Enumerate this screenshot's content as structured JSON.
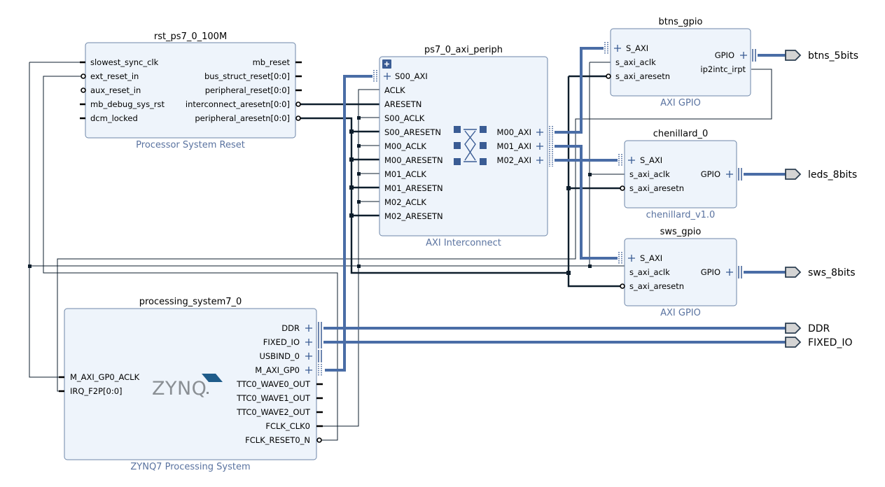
{
  "blocks": {
    "rst": {
      "name": "rst_ps7_0_100M",
      "type": "Processor System Reset",
      "left_pins": [
        "slowest_sync_clk",
        "ext_reset_in",
        "aux_reset_in",
        "mb_debug_sys_rst",
        "dcm_locked"
      ],
      "right_pins": [
        "mb_reset",
        "bus_struct_reset[0:0]",
        "peripheral_reset[0:0]",
        "interconnect_aresetn[0:0]",
        "peripheral_aresetn[0:0]"
      ]
    },
    "interconnect": {
      "name": "ps7_0_axi_periph",
      "type": "AXI Interconnect",
      "left_pins": [
        "S00_AXI",
        "ACLK",
        "ARESETN",
        "S00_ACLK",
        "S00_ARESETN",
        "M00_ACLK",
        "M00_ARESETN",
        "M01_ACLK",
        "M01_ARESETN",
        "M02_ACLK",
        "M02_ARESETN"
      ],
      "right_pins": [
        "M00_AXI",
        "M01_AXI",
        "M02_AXI"
      ]
    },
    "btns": {
      "name": "btns_gpio",
      "type": "AXI GPIO",
      "left_pins": [
        "S_AXI",
        "s_axi_aclk",
        "s_axi_aresetn"
      ],
      "right_pins": [
        "GPIO",
        "ip2intc_irpt"
      ]
    },
    "chen": {
      "name": "chenillard_0",
      "type": "chenillard_v1.0",
      "left_pins": [
        "S_AXI",
        "s_axi_aclk",
        "s_axi_aresetn"
      ],
      "right_pins": [
        "GPIO"
      ]
    },
    "sws": {
      "name": "sws_gpio",
      "type": "AXI GPIO",
      "left_pins": [
        "S_AXI",
        "s_axi_aclk",
        "s_axi_aresetn"
      ],
      "right_pins": [
        "GPIO"
      ]
    },
    "ps": {
      "name": "processing_system7_0",
      "type": "ZYNQ7 Processing System",
      "logo": "ZYNQ",
      "left_pins": [
        "M_AXI_GP0_ACLK",
        "IRQ_F2P[0:0]"
      ],
      "right_pins": [
        "DDR",
        "FIXED_IO",
        "USBIND_0",
        "M_AXI_GP0",
        "TTC0_WAVE0_OUT",
        "TTC0_WAVE1_OUT",
        "TTC0_WAVE2_OUT",
        "FCLK_CLK0",
        "FCLK_RESET0_N"
      ]
    }
  },
  "ports": {
    "btns": "btns_5bits",
    "leds": "leds_8bits",
    "sws": "sws_8bits",
    "ddr": "DDR",
    "fixed_io": "FIXED_IO"
  },
  "colors": {
    "block_fill": "#eef4fb",
    "block_border": "#6d86a8",
    "bus": "#4a6da6",
    "wire": "#0e1e2c",
    "subtitle": "#5a73a0"
  }
}
